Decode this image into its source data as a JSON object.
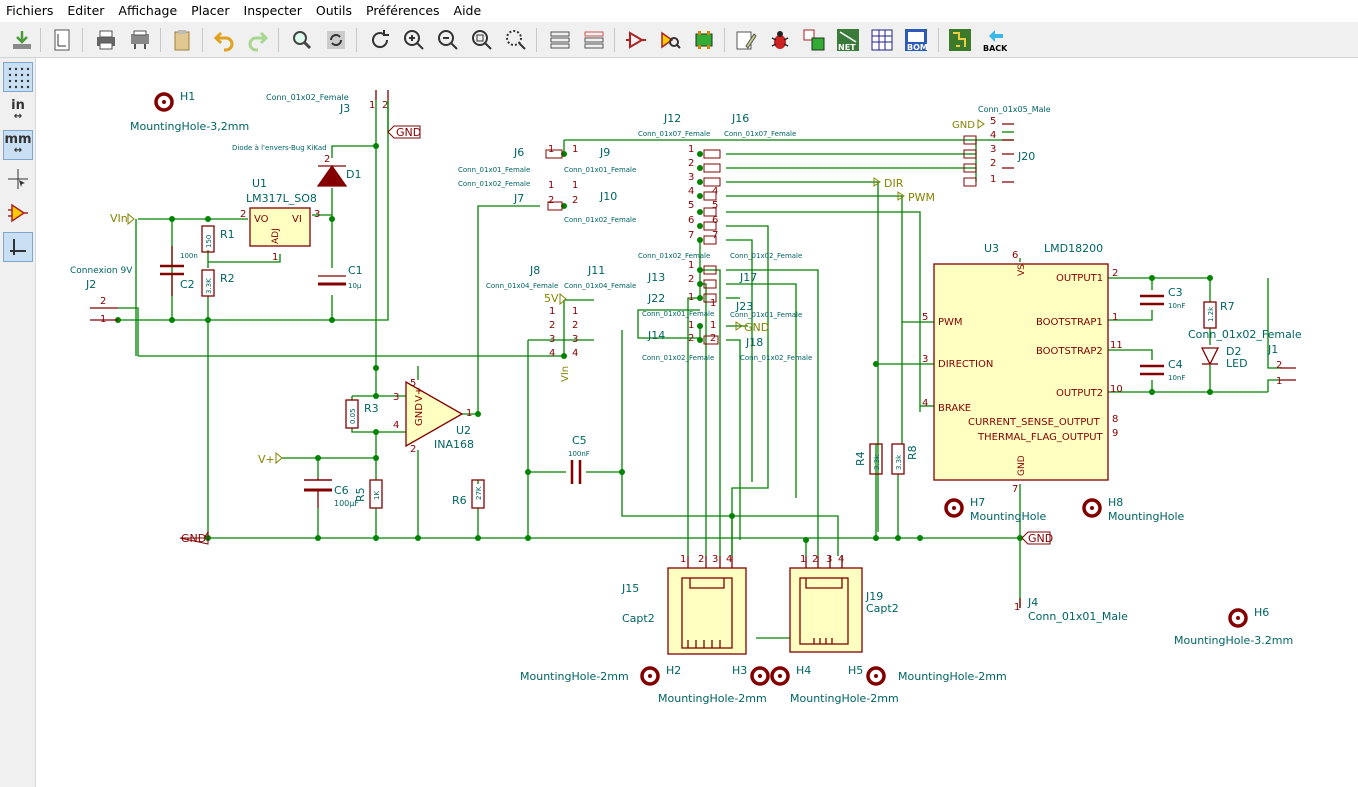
{
  "menu": [
    "Fichiers",
    "Editer",
    "Affichage",
    "Placer",
    "Inspecter",
    "Outils",
    "Préférences",
    "Aide"
  ],
  "toolbar": {
    "back_label": "BACK",
    "net_label": "NET",
    "bom_label": "BOM"
  },
  "left_toolbar": {
    "in_label": "in",
    "mm_label": "mm"
  },
  "schematic": {
    "labels": {
      "gnd": "GND",
      "vin": "VIn",
      "vplus": "V+",
      "fivev": "5V",
      "dir": "DIR",
      "pwm": "PWM",
      "vin_vert": "VIn",
      "v_plus_pin": "V+"
    },
    "components": {
      "h1": {
        "ref": "H1",
        "value": "MountingHole-3,2mm"
      },
      "j3": {
        "ref": "J3",
        "value": "Conn_01x02_Female"
      },
      "d1": {
        "ref": "D1",
        "value": "Diode à l'envers-Bug KiKad"
      },
      "u1": {
        "ref": "U1",
        "value": "LM317L_SO8",
        "pin_vo": "VO",
        "pin_vi": "VI",
        "pin_adj": "ADJ"
      },
      "r1": {
        "ref": "R1",
        "value": "150"
      },
      "r2": {
        "ref": "R2",
        "value": "3.3K"
      },
      "c1": {
        "ref": "C1",
        "value": "10µ"
      },
      "c2": {
        "ref": "C2",
        "value": "100n"
      },
      "j2": {
        "ref": "J2",
        "value": "Connexion 9V"
      },
      "j6": {
        "ref": "J6",
        "value": "Conn_01x01_Female"
      },
      "j9": {
        "ref": "J9"
      },
      "j7": {
        "ref": "J7",
        "value": "Conn_01x02_Female"
      },
      "j10": {
        "ref": "J10",
        "value": "Conn_01x02_Female"
      },
      "j8": {
        "ref": "J8",
        "value": "Conn_01x04_Female"
      },
      "j11": {
        "ref": "J11",
        "value": "Conn_01x04_Female"
      },
      "r3": {
        "ref": "R3",
        "value": "0.05"
      },
      "u2": {
        "ref": "U2",
        "value": "INA168",
        "pin_gnd": "GND",
        "pin_vplus": "V+"
      },
      "r5": {
        "ref": "R5",
        "value": "1K"
      },
      "c6": {
        "ref": "C6",
        "value": "100µF"
      },
      "r6": {
        "ref": "R6",
        "value": "27K"
      },
      "c5": {
        "ref": "C5",
        "value": "100nF"
      },
      "j12": {
        "ref": "J12",
        "value": "Conn_01x07_Female"
      },
      "j16": {
        "ref": "J16",
        "value": "Conn_01x07_Female"
      },
      "j13": {
        "ref": "J13",
        "value": "Conn_01x02_Female"
      },
      "j17": {
        "ref": "J17"
      },
      "j22": {
        "ref": "J22",
        "value": "Conn_01x01_Female"
      },
      "j23": {
        "ref": "J23",
        "value": "Conn_01x01_Female"
      },
      "j14": {
        "ref": "J14",
        "value": "Conn_01x02_Female"
      },
      "j18": {
        "ref": "J18",
        "value": "Conn_01x02_Female"
      },
      "j20": {
        "ref": "J20",
        "value": "Conn_01x05_Male"
      },
      "u3": {
        "ref": "U3",
        "value": "LMD18200",
        "pin_vs": "VS",
        "pin_gnd": "GND",
        "pin_pwm": "PWM",
        "pin_direction": "DIRECTION",
        "pin_brake": "BRAKE",
        "pin_out1": "OUTPUT1",
        "pin_bs1": "BOOTSTRAP1",
        "pin_bs2": "BOOTSTRAP2",
        "pin_out2": "OUTPUT2",
        "pin_cs": "CURRENT_SENSE_OUTPUT",
        "pin_tf": "THERMAL_FLAG_OUTPUT"
      },
      "c3": {
        "ref": "C3",
        "value": "10nF"
      },
      "c4": {
        "ref": "C4",
        "value": "10nF"
      },
      "r7": {
        "ref": "R7",
        "value": "1.2k"
      },
      "d2": {
        "ref": "D2",
        "value": "LED"
      },
      "j1": {
        "ref": "J1",
        "value": "Conn_01x02_Female"
      },
      "r4": {
        "ref": "R4",
        "value": "3.3k"
      },
      "r8": {
        "ref": "R8",
        "value": "3.3k"
      },
      "h7": {
        "ref": "H7",
        "value": "MountingHole"
      },
      "h8": {
        "ref": "H8",
        "value": "MountingHole"
      },
      "j15": {
        "ref": "J15",
        "value": "Capt2"
      },
      "j19": {
        "ref": "J19",
        "value": "Capt2"
      },
      "j4": {
        "ref": "J4",
        "value": "Conn_01x01_Male"
      },
      "h6": {
        "ref": "H6",
        "value": "MountingHole-3.2mm"
      },
      "h2": {
        "ref": "H2",
        "value": "MountingHole-2mm"
      },
      "h3": {
        "ref": "H3",
        "value": "MountingHole-2mm"
      },
      "h4": {
        "ref": "H4",
        "value": "MountingHole-2mm"
      },
      "h5": {
        "ref": "H5",
        "value": "MountingHole-2mm"
      }
    }
  },
  "colors": {
    "wire": "#008400",
    "component": "#840000",
    "component_fill": "#ffffc2",
    "label": "#840000",
    "hlabel": "#848400",
    "ref_text": "#006464",
    "junction": "#008400"
  }
}
